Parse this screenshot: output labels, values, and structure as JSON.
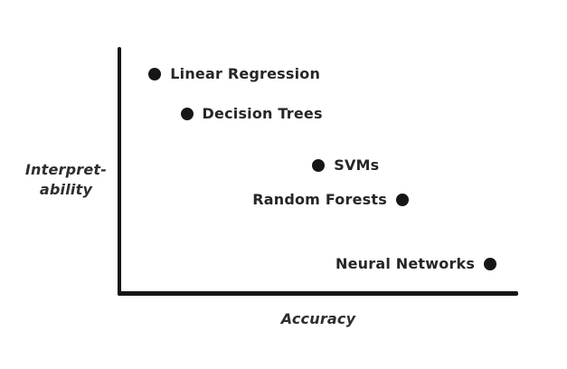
{
  "figure": {
    "background": "#ffffff",
    "ink_color": "#161616",
    "text_color": "#262626"
  },
  "chart_data": {
    "type": "scatter",
    "title": "",
    "xlabel": "Accuracy",
    "ylabel": "Interpret-ability",
    "ylabel_lines": [
      "Interpret-",
      "ability"
    ],
    "xlim": [
      0,
      1
    ],
    "ylim": [
      0,
      1
    ],
    "grid": false,
    "ticks": "none",
    "legend": "none",
    "marker": "filled-circle",
    "points": [
      {
        "label": "Linear Regression",
        "x": 0.09,
        "y": 0.89,
        "label_side": "right"
      },
      {
        "label": "Decision Trees",
        "x": 0.17,
        "y": 0.73,
        "label_side": "right"
      },
      {
        "label": "SVMs",
        "x": 0.5,
        "y": 0.52,
        "label_side": "right"
      },
      {
        "label": "Random Forests",
        "x": 0.71,
        "y": 0.38,
        "label_side": "left"
      },
      {
        "label": "Neural Networks",
        "x": 0.93,
        "y": 0.12,
        "label_side": "left"
      }
    ]
  }
}
